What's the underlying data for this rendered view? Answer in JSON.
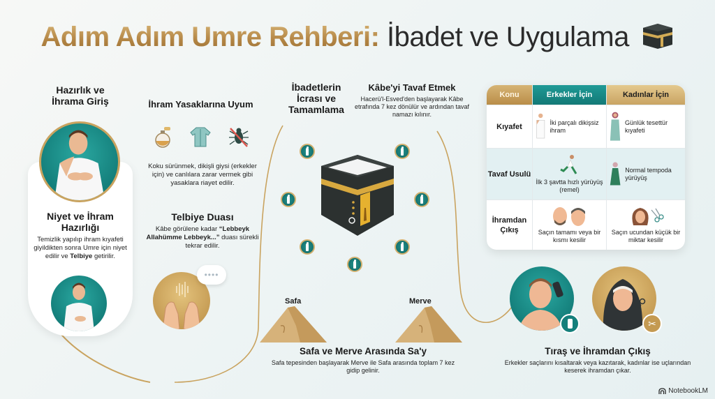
{
  "title": {
    "part1": "Adım Adım Umre Rehberi:",
    "part2": "İbadet ve Uygulama",
    "icon": "kaaba-icon"
  },
  "colors": {
    "gold": "#c49a52",
    "teal": "#147f7b",
    "kaaba_black": "#2c3130",
    "background": "#eef4f4"
  },
  "left": {
    "heading": "Hazırlık ve İhrama Giriş",
    "heading_line1": "Hazırlık ve",
    "heading_line2": "İhrama Giriş",
    "niyet": {
      "title_line1": "Niyet ve İhram",
      "title_line2": "Hazırlığı",
      "body_pre": "Temizlik yapılıp ihram kıyafeti giyildikten sonra Umre için niyet edilir ve ",
      "body_bold": "Telbiye",
      "body_post": " getirilir."
    }
  },
  "ihram_yasak": {
    "title": "İhram Yasaklarına Uyum",
    "icons": [
      "perfume-icon",
      "shirt-icon",
      "no-insect-icon"
    ],
    "body": "Koku sürünmek, dikişli giysi (erkekler için) ve canlılara zarar vermek gibi yasaklara riayet edilir."
  },
  "telbiye": {
    "title": "Telbiye Duası",
    "body_pre": "Kâbe görülene kadar ",
    "body_bold": "“Lebbeyk Allahümme Lebbeyk...”",
    "body_post": " duası sürekli tekrar edilir.",
    "bubble": "••••"
  },
  "ibadet": {
    "heading_line1": "İbadetlerin",
    "heading_line2": "İcrası ve",
    "heading_line3": "Tamamlama"
  },
  "tavaf": {
    "title": "Kâbe'yi Tavaf Etmek",
    "body": "Hacerü'l-Esved'den başlayarak Kâbe etrafında 7 kez dönülür ve ardından tavaf namazı kılınır.",
    "walkers_count": 7
  },
  "say": {
    "label_safa": "Safa",
    "label_merve": "Merve",
    "title": "Safa ve Merve Arasında Sa'y",
    "body": "Safa tepesinden başlayarak Merve ile Safa arasında toplam 7 kez gidip gelinir."
  },
  "table": {
    "headers": [
      "Konu",
      "Erkekler İçin",
      "Kadınlar İçin"
    ],
    "rows": [
      {
        "label": "Kıyafet",
        "men": "İki parçalı dikişsiz ihram",
        "women": "Günlük tesettür kıyafeti"
      },
      {
        "label": "Tavaf Usulü",
        "men": "İlk 3 şavtta hızlı yürüyüş (remel)",
        "women": "Normal tempoda yürüyüş"
      },
      {
        "label": "İhramdan Çıkış",
        "men": "Saçın tamamı veya bir kısmı kesilir",
        "women": "Saçın ucundan küçük bir miktar kesilir"
      }
    ]
  },
  "tiras": {
    "title": "Tıraş ve İhramdan Çıkış",
    "body": "Erkekler saçlarını kısaltarak veya kazıtarak, kadınlar ise uçlarından keserek ihramdan çıkar."
  },
  "branding": {
    "logo": "NotebookLM"
  }
}
